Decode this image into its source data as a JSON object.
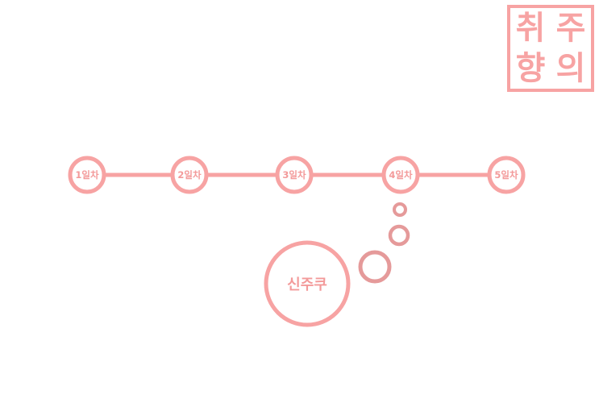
{
  "stamp": {
    "chars": [
      "취",
      "주",
      "향",
      "의"
    ]
  },
  "timeline": {
    "nodes": [
      {
        "label": "1일차"
      },
      {
        "label": "2일차"
      },
      {
        "label": "3일차"
      },
      {
        "label": "4일차"
      },
      {
        "label": "5일차"
      }
    ]
  },
  "bubble": {
    "label": "신주쿠"
  },
  "colors": {
    "primary": "#f7a3a3",
    "thought_bubble": "#e59a9a",
    "background": "#ffffff"
  }
}
